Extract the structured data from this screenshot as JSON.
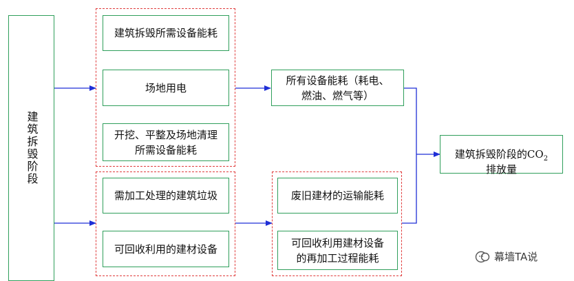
{
  "stage": {
    "label": "建筑拆毁阶段"
  },
  "group1": {
    "items": [
      {
        "label": "建筑拆毁所需设备能耗"
      },
      {
        "label": "场地用电"
      },
      {
        "label": "开挖、平整及场地清理\n所需设备能耗"
      }
    ]
  },
  "group2": {
    "items": [
      {
        "label": "需加工处理的建筑垃圾"
      },
      {
        "label": "可回收利用的建材设备"
      }
    ]
  },
  "mid": {
    "label": "所有设备能耗（耗电、\n燃油、燃气等）"
  },
  "group3": {
    "items": [
      {
        "label": "废旧建材的运输能耗"
      },
      {
        "label": "可回收利用建材设备\n的再加工过程能耗"
      }
    ]
  },
  "result": {
    "label_main": "建筑拆毁阶段的CO",
    "label_sub": "2",
    "label_line2": "排放量"
  },
  "watermark": {
    "text": "幕墙TA说"
  },
  "colors": {
    "box_border": "#2e9e5a",
    "group_border": "#e03a3a",
    "arrow": "#1f2fd6"
  }
}
